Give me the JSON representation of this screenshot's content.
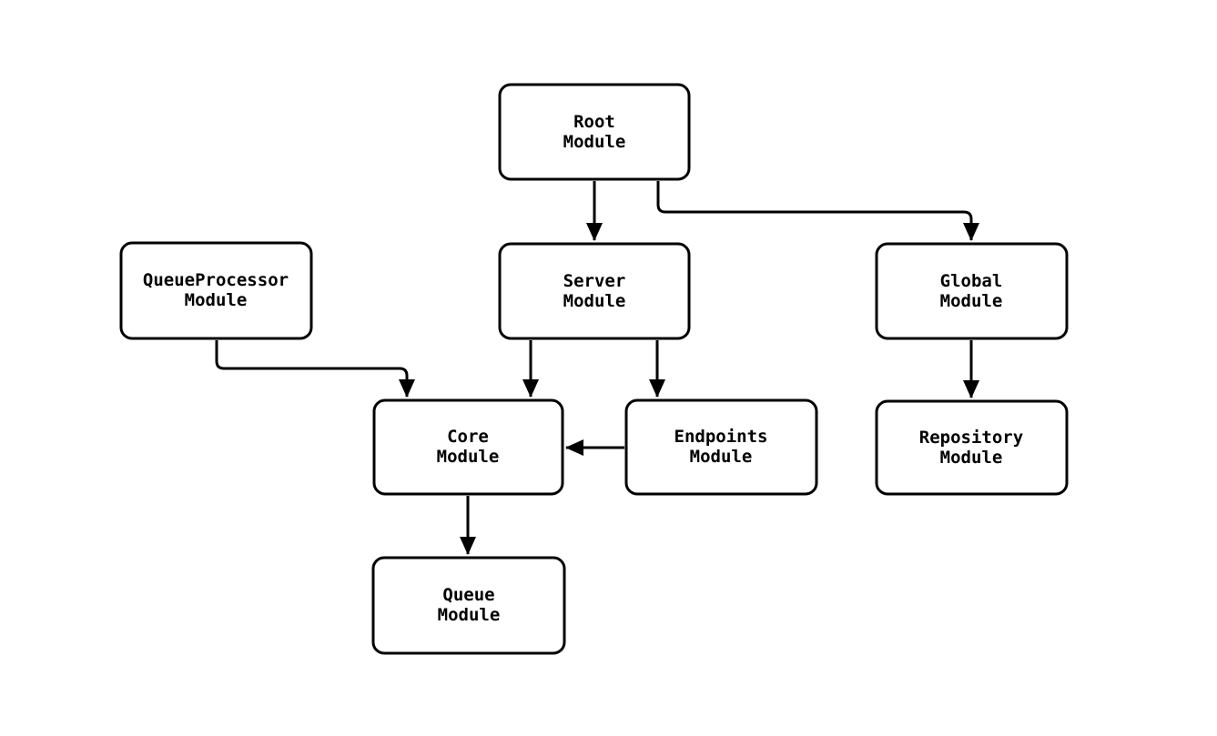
{
  "diagram": {
    "background_color": "#ffffff",
    "node_fill_color": "#ffffff",
    "node_border_color": "#000000",
    "edge_color": "#000000",
    "text_color": "#000000",
    "nodes": {
      "root": {
        "line1": "Root",
        "line2": "Module"
      },
      "queueprocessor": {
        "line1": "QueueProcessor",
        "line2": "Module"
      },
      "server": {
        "line1": "Server",
        "line2": "Module"
      },
      "global": {
        "line1": "Global",
        "line2": "Module"
      },
      "core": {
        "line1": "Core",
        "line2": "Module"
      },
      "endpoints": {
        "line1": "Endpoints",
        "line2": "Module"
      },
      "repository": {
        "line1": "Repository",
        "line2": "Module"
      },
      "queue": {
        "line1": "Queue",
        "line2": "Module"
      }
    },
    "edges": [
      {
        "from": "Root Module",
        "to": "Server Module"
      },
      {
        "from": "Root Module",
        "to": "Global Module"
      },
      {
        "from": "QueueProcessor Module",
        "to": "Core Module"
      },
      {
        "from": "Server Module",
        "to": "Core Module"
      },
      {
        "from": "Server Module",
        "to": "Endpoints Module"
      },
      {
        "from": "Endpoints Module",
        "to": "Core Module"
      },
      {
        "from": "Core Module",
        "to": "Queue Module"
      },
      {
        "from": "Global Module",
        "to": "Repository Module"
      }
    ]
  }
}
